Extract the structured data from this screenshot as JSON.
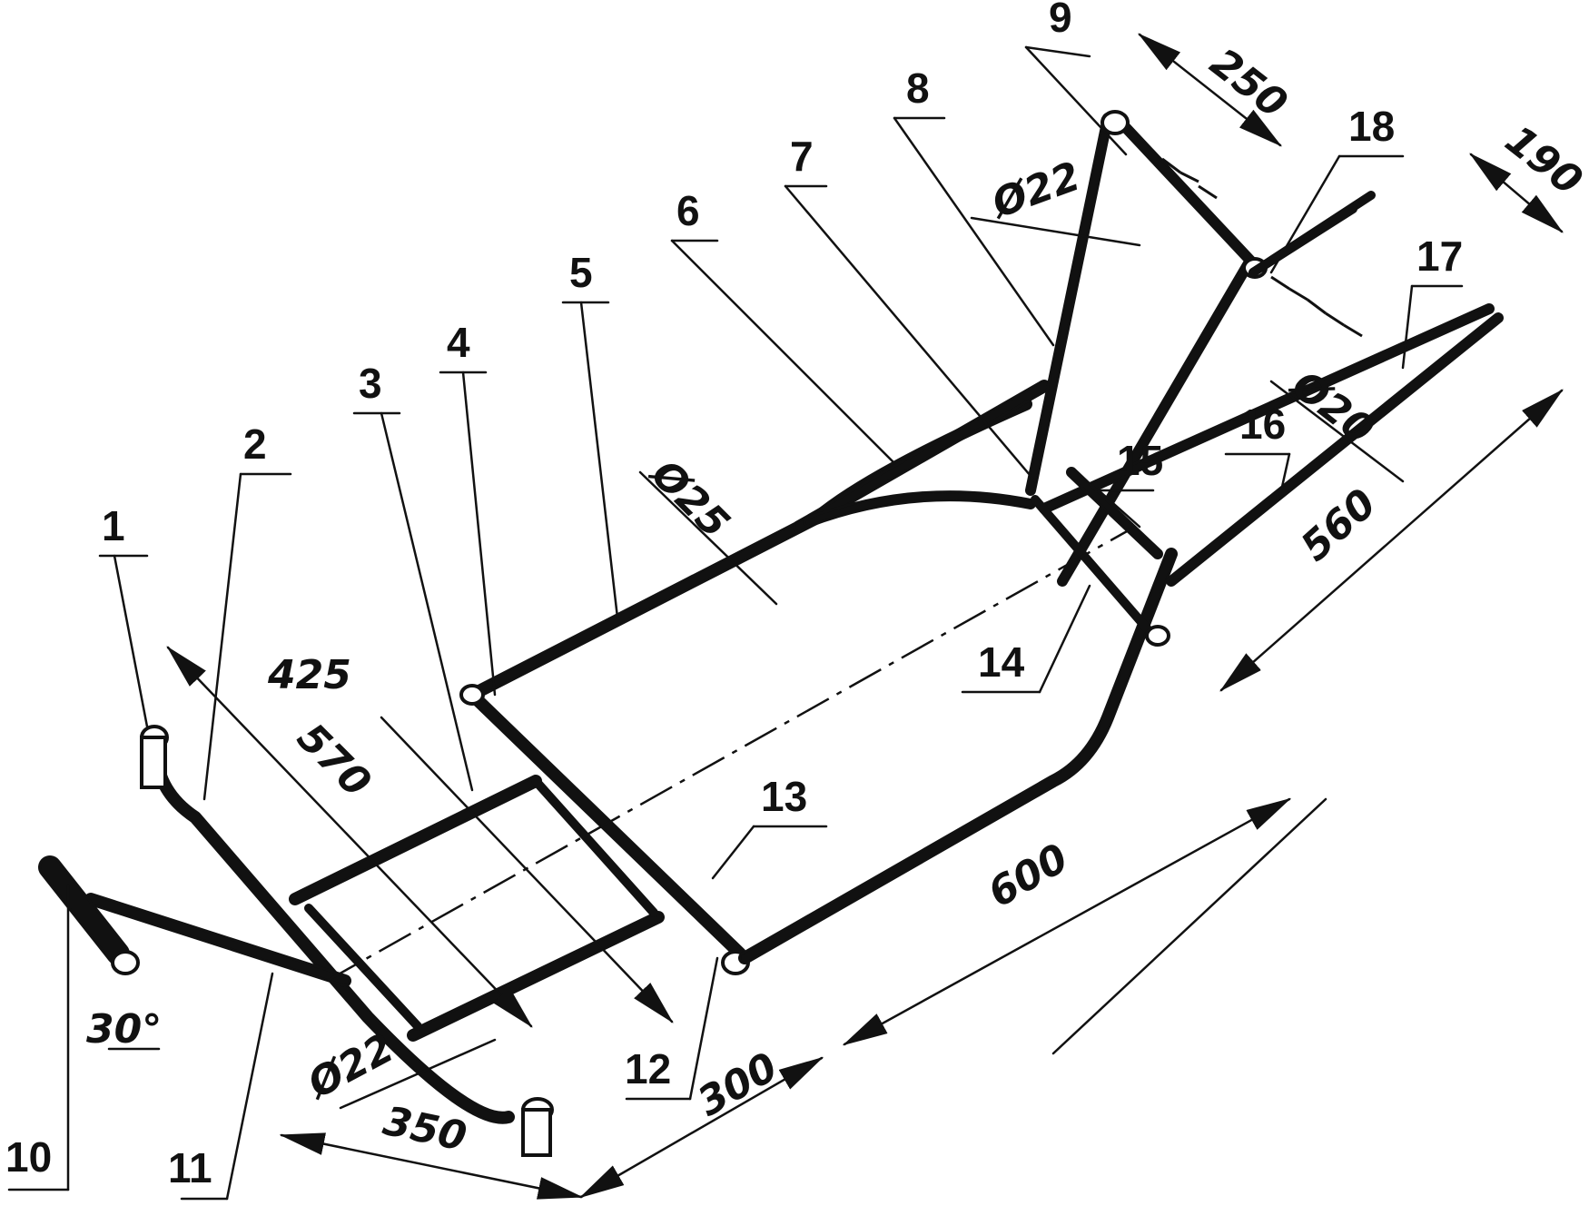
{
  "callouts": [
    "1",
    "2",
    "3",
    "4",
    "5",
    "6",
    "7",
    "8",
    "9",
    "10",
    "11",
    "12",
    "13",
    "14",
    "15",
    "16",
    "17",
    "18"
  ],
  "dimensions": {
    "d250": "250",
    "d190": "190",
    "d560": "560",
    "d600": "600",
    "d300": "300",
    "d350": "350",
    "d570": "570",
    "d425": "425",
    "dia22_top": "Ø22",
    "dia20": "Ø20",
    "dia25": "Ø25",
    "dia22_bottom": "Ø22",
    "angle30": "30°"
  }
}
